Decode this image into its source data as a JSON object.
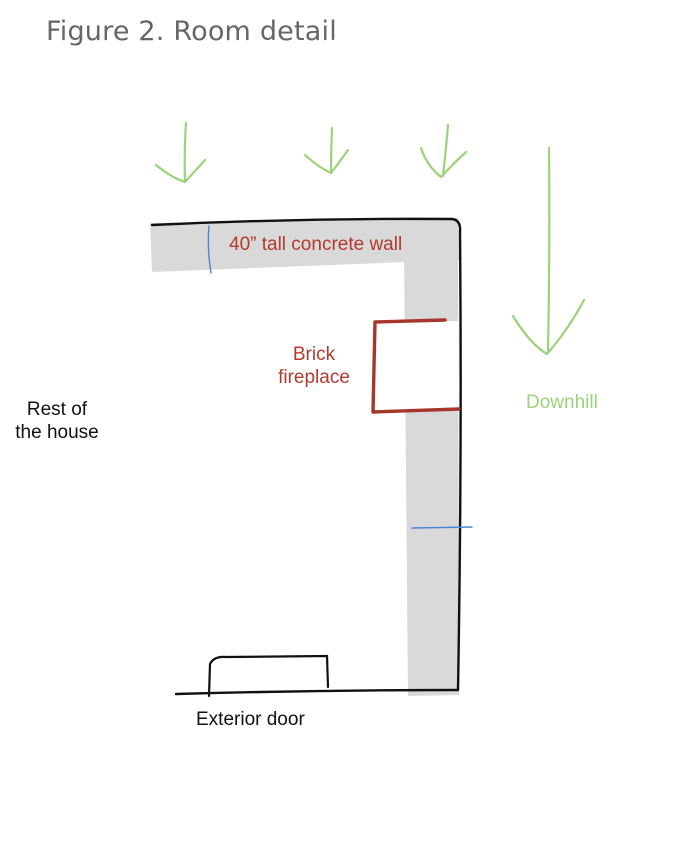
{
  "title": "Figure 2. Room detail",
  "labels": {
    "wall": "40” tall concrete wall",
    "brick_line1": "Brick",
    "brick_line2": "fireplace",
    "rest_line1": "Rest of",
    "rest_line2": "the house",
    "downhill": "Downhill",
    "door": "Exterior door"
  },
  "colors": {
    "wall_fill": "#d9d9d9",
    "outline": "#111111",
    "fireplace": "#a8352b",
    "label_red": "#b23a2e",
    "arrow_green": "#9bd27a",
    "marker_blue": "#4a86d4"
  }
}
